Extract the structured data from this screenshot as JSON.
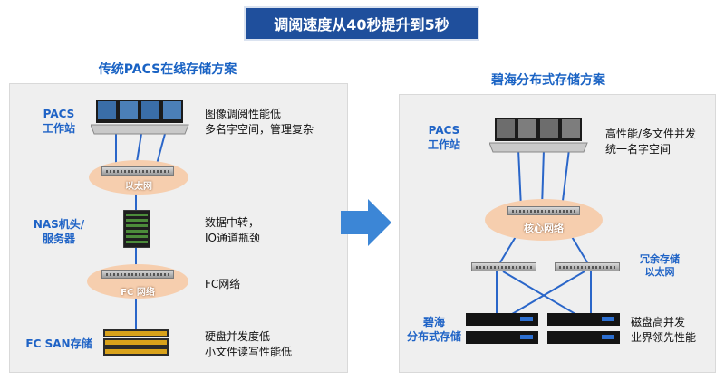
{
  "header": {
    "banner": "调阅速度从40秒提升到5秒"
  },
  "left": {
    "title": "传统PACS在线存储方案",
    "pacs_label_1": "PACS",
    "pacs_label_2": "工作站",
    "pacs_note_1": "图像调阅性能低",
    "pacs_note_2": "多名字空间，管理复杂",
    "ethernet_label": "以太网",
    "nas_label_1": "NAS机头/",
    "nas_label_2": "服务器",
    "nas_note_1": "数据中转，",
    "nas_note_2": "IO通道瓶颈",
    "fc_label": "FC 网络",
    "fc_note": "FC网络",
    "san_label": "FC SAN存储",
    "san_note_1": "硬盘并发度低",
    "san_note_2": "小文件读写性能低"
  },
  "right": {
    "title": "碧海分布式存储方案",
    "pacs_label_1": "PACS",
    "pacs_label_2": "工作站",
    "pacs_note_1": "高性能/多文件并发",
    "pacs_note_2": "统一名字空间",
    "core_label": "核心网络",
    "redundant_label_1": "冗余存储",
    "redundant_label_2": "以太网",
    "storage_label_1": "碧海",
    "storage_label_2": "分布式存储",
    "storage_note_1": "磁盘高并发",
    "storage_note_2": "业界领先性能"
  },
  "colors": {
    "accent_blue": "#1f4f9c",
    "title_blue": "#1a63c4",
    "arrow_blue": "#3c86d6",
    "ellipse_peach": "#f6ceae"
  }
}
